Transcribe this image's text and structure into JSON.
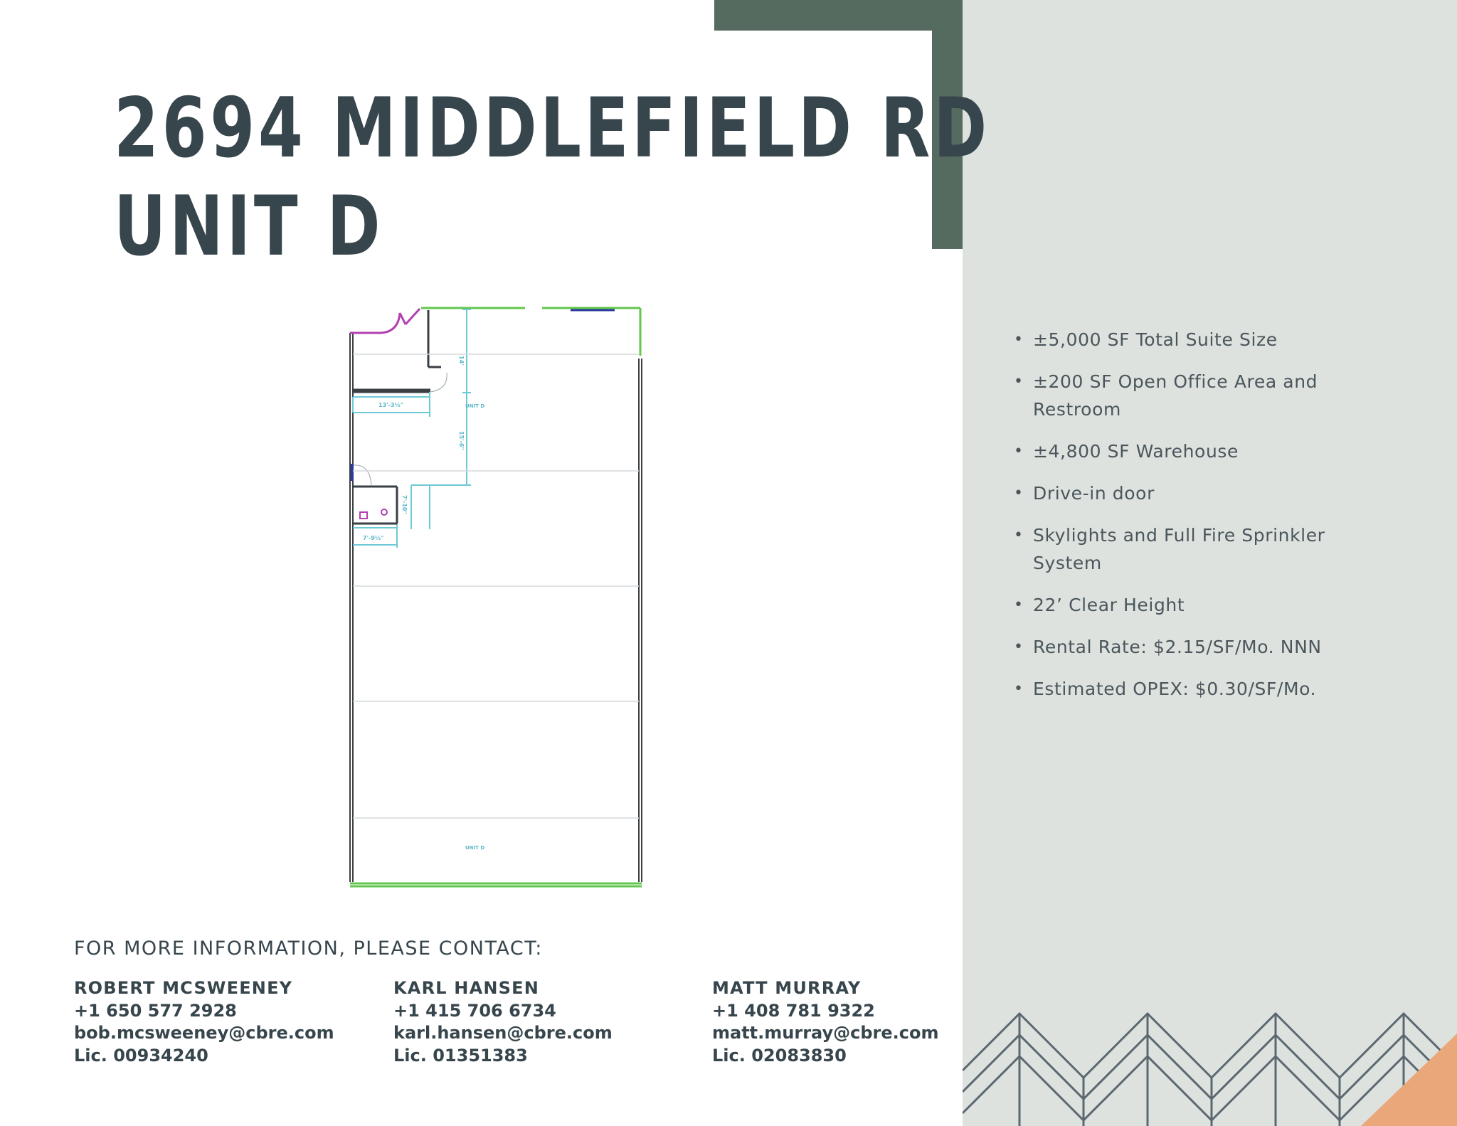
{
  "title": {
    "line1": "2694 MIDDLEFIELD RD",
    "line2": "UNIT D"
  },
  "floorplan": {
    "unit_label_top": "UNIT D",
    "unit_label_bottom": "UNIT D",
    "dim_office_width": "13'-3½\"",
    "dim_top": "14'",
    "dim_mid": "15'-6\"",
    "dim_restroom_height": "7'-10\"",
    "dim_restroom_width": "7'-9½\""
  },
  "features": [
    "±5,000 SF Total Suite Size",
    "±200 SF Open Office Area and Restroom",
    "±4,800 SF Warehouse",
    "Drive-in door",
    "Skylights and Full Fire Sprinkler System",
    "22’ Clear Height",
    "Rental Rate: $2.15/SF/Mo. NNN",
    "Estimated OPEX: $0.30/SF/Mo."
  ],
  "bullet": "•",
  "contact_heading": "FOR MORE INFORMATION, PLEASE CONTACT:",
  "contacts": [
    {
      "name": "ROBERT MCSWEENEY",
      "phone": "+1 650 577 2928",
      "email": "bob.mcsweeney@cbre.com",
      "license": "Lic. 00934240"
    },
    {
      "name": "KARL HANSEN",
      "phone": "+1 415 706 6734",
      "email": "karl.hansen@cbre.com",
      "license": "Lic. 01351383"
    },
    {
      "name": "MATT MURRAY",
      "phone": "+1 408 781 9322",
      "email": "matt.murray@cbre.com",
      "license": "Lic. 02083830"
    }
  ],
  "colors": {
    "title": "#37454c",
    "accent_bar": "#566b5f",
    "panel": "#dde2df",
    "pattern_line": "#5c6870",
    "corner_triangle": "#e9a77a"
  }
}
